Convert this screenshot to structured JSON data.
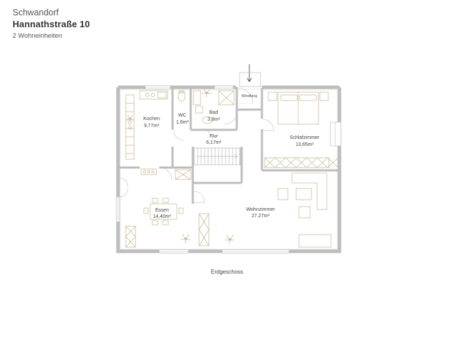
{
  "header": {
    "city": "Schwandorf",
    "street": "Hannathstraße 10",
    "units": "2 Wohneinheiten"
  },
  "plan": {
    "caption": "Erdgeschoss",
    "rooms": {
      "kochen": {
        "name": "Kochen",
        "area": "9,77m²"
      },
      "wc": {
        "name": "WC",
        "area": "1,6m²"
      },
      "bad": {
        "name": "Bad",
        "area": "3,8m²"
      },
      "windfang": {
        "name": "Windfang"
      },
      "flur": {
        "name": "Flur",
        "area": "6,17m²"
      },
      "schlaf": {
        "name": "Schlafzimmer",
        "area": "13,65m²"
      },
      "essen": {
        "name": "Essen",
        "area": "14,40m²"
      },
      "wohn": {
        "name": "Wohnzimmer",
        "area": "27,27m²"
      }
    }
  },
  "colors": {
    "wall": "#bdbdbd",
    "furniture": "#c9bb9a",
    "text": "#444444"
  }
}
